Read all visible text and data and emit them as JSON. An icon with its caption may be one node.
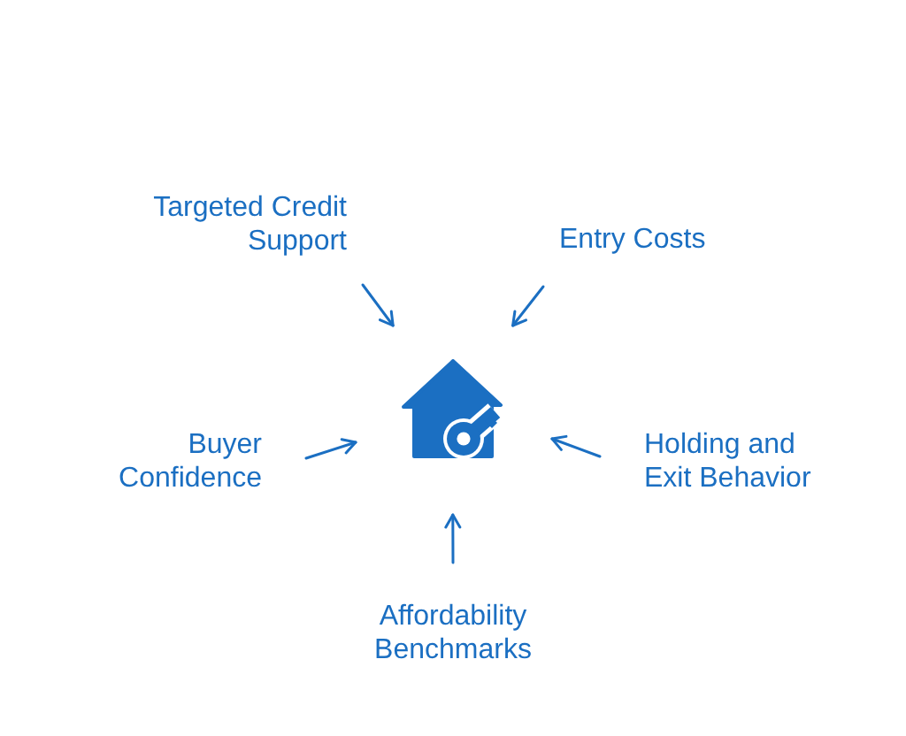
{
  "diagram": {
    "nodes": [
      {
        "text": [
          "Targeted Credit Support"
        ]
      },
      {
        "text": [
          "Entry Costs"
        ]
      },
      {
        "text": [],
        "shape": "picture"
      },
      {
        "text": [
          "Buyer Confidence"
        ]
      },
      {
        "text": [
          "Holding and Exit Behavior"
        ]
      },
      {
        "text": [
          "Affordability Benchmarks"
        ]
      }
    ],
    "edges": [
      {
        "from": 0,
        "to": 2,
        "arrow": "to"
      },
      {
        "from": 1,
        "to": 2,
        "arrow": "to"
      },
      {
        "from": 3,
        "to": 2,
        "arrow": "to"
      },
      {
        "from": 4,
        "to": 2,
        "arrow": "to"
      },
      {
        "from": 5,
        "to": 2,
        "arrow": "to"
      }
    ]
  }
}
